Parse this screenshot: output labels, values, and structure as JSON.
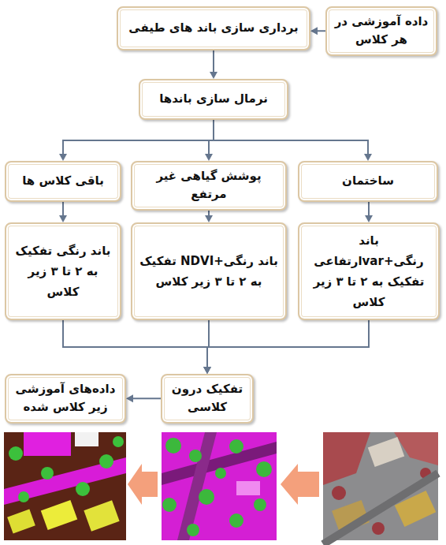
{
  "diagram": {
    "nodes": [
      {
        "text": [
          "داده آموزشی در هر کلاس"
        ]
      },
      {
        "text": [
          "برداری سازی باند های طیفی"
        ]
      },
      {
        "text": [
          "نرمال سازی باندها"
        ]
      },
      {
        "text": [
          "ساختمان"
        ]
      },
      {
        "text": [
          "پوشش گیاهی غیر مرتفع"
        ]
      },
      {
        "text": [
          "باقی کلاس ها"
        ]
      },
      {
        "text": [
          "باند رنگی+varارتفاعی تفکیک به ۲ تا ۳ زیر کلاس"
        ]
      },
      {
        "text": [
          "باند رنگی+NDVI تفکیک به ۲ تا ۳ زیر کلاس"
        ]
      },
      {
        "text": [
          "باند رنگی تفکیک به ۲ تا ۳ زیر کلاس"
        ]
      },
      {
        "text": [
          "تفکیک درون کلاسی"
        ]
      },
      {
        "text": [
          "داده‌های آموزشی زیر کلاس شده"
        ]
      }
    ],
    "edges": [
      {
        "from": 0,
        "to": 1,
        "arrow": "to"
      },
      {
        "from": 1,
        "to": 2,
        "arrow": "to"
      },
      {
        "from": 2,
        "to": 3,
        "arrow": "to"
      },
      {
        "from": 2,
        "to": 4,
        "arrow": "to"
      },
      {
        "from": 2,
        "to": 5,
        "arrow": "to"
      },
      {
        "from": 3,
        "to": 6,
        "arrow": "to"
      },
      {
        "from": 4,
        "to": 7,
        "arrow": "to"
      },
      {
        "from": 5,
        "to": 8,
        "arrow": "to"
      },
      {
        "from": 6,
        "to": 9,
        "arrow": "to"
      },
      {
        "from": 7,
        "to": 9,
        "arrow": "to"
      },
      {
        "from": 8,
        "to": 9,
        "arrow": "to"
      },
      {
        "from": 9,
        "to": 10,
        "arrow": "to"
      }
    ]
  }
}
